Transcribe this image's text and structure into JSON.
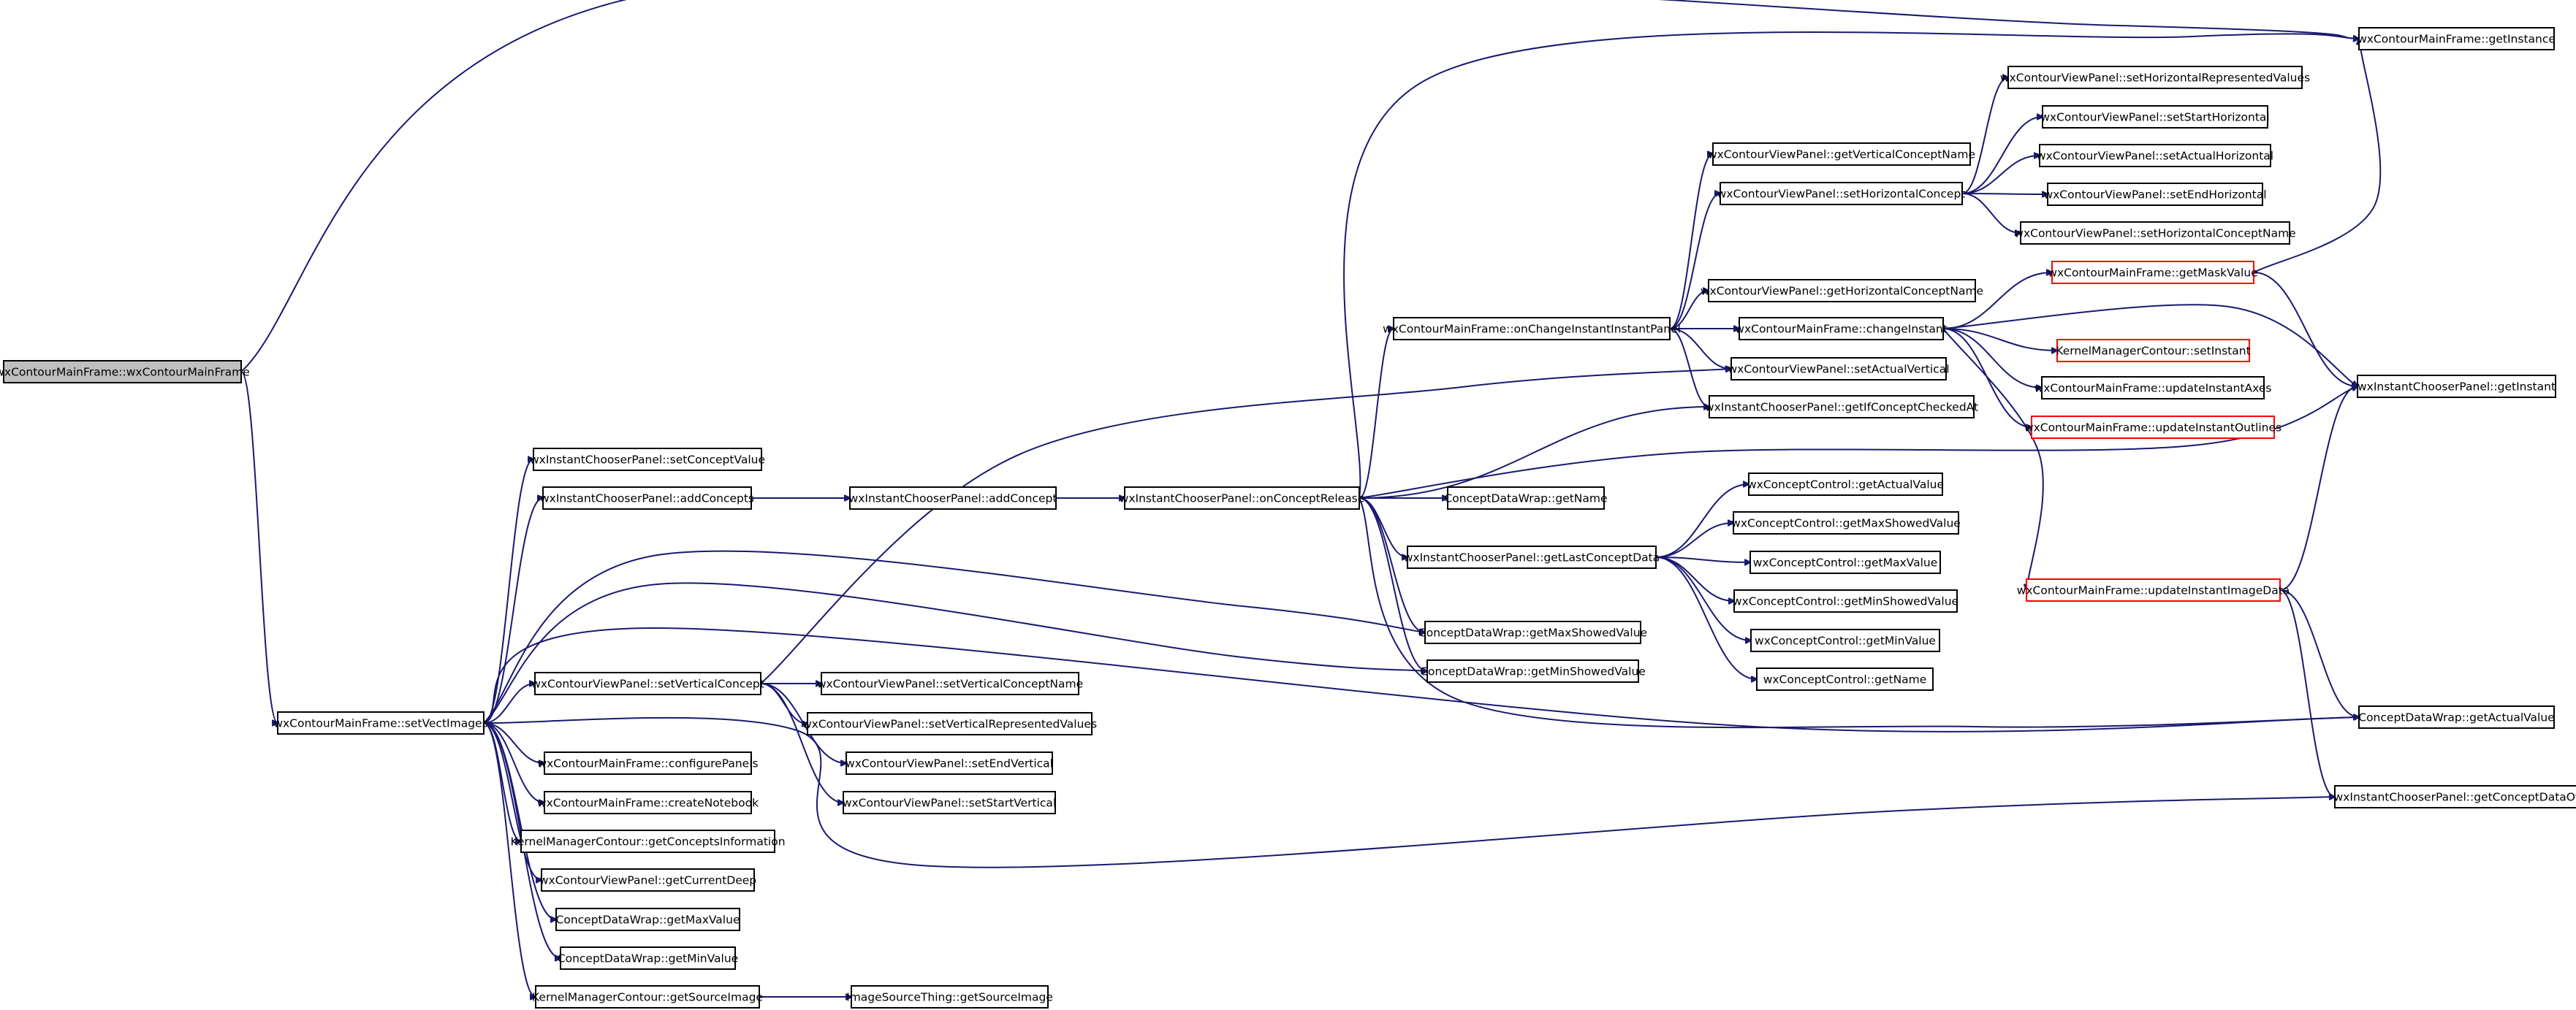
{
  "colors": {
    "edge": "#191970",
    "node_border": "#000000",
    "node_fill": "#ffffff",
    "root_fill": "#bfbfbf",
    "truncated_border": "#ff0000"
  },
  "nodes": [
    {
      "id": "root",
      "label": "wxContourMainFrame::wxContourMainFrame",
      "style": "root"
    },
    {
      "id": "setVectImages",
      "label": "wxContourMainFrame::setVectImages",
      "style": "normal"
    },
    {
      "id": "getInstance",
      "label": "wxContourMainFrame::getInstance",
      "style": "normal"
    },
    {
      "id": "setConceptValue",
      "label": "wxInstantChooserPanel::setConceptValue",
      "style": "normal"
    },
    {
      "id": "addConcepts",
      "label": "wxInstantChooserPanel::addConcepts",
      "style": "normal"
    },
    {
      "id": "addConcept",
      "label": "wxInstantChooserPanel::addConcept",
      "style": "normal"
    },
    {
      "id": "onConceptRelease",
      "label": "wxInstantChooserPanel::onConceptRelease",
      "style": "normal"
    },
    {
      "id": "onChangeInstant",
      "label": "wxContourMainFrame::onChangeInstantInstantPanel",
      "style": "normal"
    },
    {
      "id": "getVerticalConceptName",
      "label": "wxContourViewPanel::getVerticalConceptName",
      "style": "normal"
    },
    {
      "id": "setHorizontalConcept",
      "label": "wxContourViewPanel::setHorizontalConcept",
      "style": "normal"
    },
    {
      "id": "setHorizontalRepresentedValues",
      "label": "wxContourViewPanel::setHorizontalRepresentedValues",
      "style": "normal"
    },
    {
      "id": "setStartHorizontal",
      "label": "wxContourViewPanel::setStartHorizontal",
      "style": "normal"
    },
    {
      "id": "setActualHorizontal",
      "label": "wxContourViewPanel::setActualHorizontal",
      "style": "normal"
    },
    {
      "id": "setEndHorizontal",
      "label": "wxContourViewPanel::setEndHorizontal",
      "style": "normal"
    },
    {
      "id": "setHorizontalConceptName",
      "label": "wxContourViewPanel::setHorizontalConceptName",
      "style": "normal"
    },
    {
      "id": "getHorizontalConceptName",
      "label": "wxContourViewPanel::getHorizontalConceptName",
      "style": "normal"
    },
    {
      "id": "changeInstant",
      "label": "wxContourMainFrame::changeInstant",
      "style": "normal"
    },
    {
      "id": "getMaskValue",
      "label": "wxContourMainFrame::getMaskValue",
      "style": "truncated"
    },
    {
      "id": "setInstant",
      "label": "KernelManagerContour::setInstant",
      "style": "truncated"
    },
    {
      "id": "updateInstantAxes",
      "label": "wxContourMainFrame::updateInstantAxes",
      "style": "normal"
    },
    {
      "id": "updateInstantOutlines",
      "label": "wxContourMainFrame::updateInstantOutlines",
      "style": "truncated"
    },
    {
      "id": "getInstant",
      "label": "wxInstantChooserPanel::getInstant",
      "style": "normal"
    },
    {
      "id": "setActualVertical",
      "label": "wxContourViewPanel::setActualVertical",
      "style": "normal"
    },
    {
      "id": "getIfConceptCheckedAt",
      "label": "wxInstantChooserPanel::getIfConceptCheckedAt",
      "style": "normal"
    },
    {
      "id": "getName",
      "label": "ConceptDataWrap::getName",
      "style": "normal"
    },
    {
      "id": "getLastConceptData",
      "label": "wxInstantChooserPanel::getLastConceptData",
      "style": "normal"
    },
    {
      "id": "cc_getActualValue",
      "label": "wxConceptControl::getActualValue",
      "style": "normal"
    },
    {
      "id": "cc_getMaxShowedValue",
      "label": "wxConceptControl::getMaxShowedValue",
      "style": "normal"
    },
    {
      "id": "cc_getMaxValue",
      "label": "wxConceptControl::getMaxValue",
      "style": "normal"
    },
    {
      "id": "cc_getMinShowedValue",
      "label": "wxConceptControl::getMinShowedValue",
      "style": "normal"
    },
    {
      "id": "cc_getMinValue",
      "label": "wxConceptControl::getMinValue",
      "style": "normal"
    },
    {
      "id": "cc_getName",
      "label": "wxConceptControl::getName",
      "style": "normal"
    },
    {
      "id": "updateInstantImageData",
      "label": "wxContourMainFrame::updateInstantImageData",
      "style": "truncated"
    },
    {
      "id": "cdw_getMaxShowedValue",
      "label": "ConceptDataWrap::getMaxShowedValue",
      "style": "normal"
    },
    {
      "id": "cdw_getMinShowedValue",
      "label": "ConceptDataWrap::getMinShowedValue",
      "style": "normal"
    },
    {
      "id": "cdw_getActualValue",
      "label": "ConceptDataWrap::getActualValue",
      "style": "normal"
    },
    {
      "id": "getConceptDataOf",
      "label": "wxInstantChooserPanel::getConceptDataOf",
      "style": "normal"
    },
    {
      "id": "setVerticalConcept",
      "label": "wxContourViewPanel::setVerticalConcept",
      "style": "normal"
    },
    {
      "id": "setVerticalConceptName",
      "label": "wxContourViewPanel::setVerticalConceptName",
      "style": "normal"
    },
    {
      "id": "setVerticalRepresentedValues",
      "label": "wxContourViewPanel::setVerticalRepresentedValues",
      "style": "normal"
    },
    {
      "id": "setEndVertical",
      "label": "wxContourViewPanel::setEndVertical",
      "style": "normal"
    },
    {
      "id": "setStartVertical",
      "label": "wxContourViewPanel::setStartVertical",
      "style": "normal"
    },
    {
      "id": "configurePanels",
      "label": "wxContourMainFrame::configurePanels",
      "style": "normal"
    },
    {
      "id": "createNotebook",
      "label": "wxContourMainFrame::createNotebook",
      "style": "normal"
    },
    {
      "id": "getConceptsInformation",
      "label": "KernelManagerContour::getConceptsInformation",
      "style": "normal"
    },
    {
      "id": "getCurrentDeep",
      "label": "wxContourViewPanel::getCurrentDeep",
      "style": "normal"
    },
    {
      "id": "cdw_getMaxValue",
      "label": "ConceptDataWrap::getMaxValue",
      "style": "normal"
    },
    {
      "id": "cdw_getMinValue",
      "label": "ConceptDataWrap::getMinValue",
      "style": "normal"
    },
    {
      "id": "getSourceImage",
      "label": "KernelManagerContour::getSourceImage",
      "style": "normal"
    },
    {
      "id": "ist_getSourceImage",
      "label": "ImageSourceThing::getSourceImage",
      "style": "normal"
    }
  ],
  "edges": [
    [
      "root",
      "getInstance"
    ],
    [
      "root",
      "setVectImages"
    ],
    [
      "setVectImages",
      "setConceptValue"
    ],
    [
      "setVectImages",
      "addConcepts"
    ],
    [
      "setVectImages",
      "cdw_getMaxShowedValue"
    ],
    [
      "setVectImages",
      "cdw_getMinShowedValue"
    ],
    [
      "setVectImages",
      "cdw_getActualValue"
    ],
    [
      "setVectImages",
      "setVerticalConcept"
    ],
    [
      "setVectImages",
      "getConceptDataOf"
    ],
    [
      "setVectImages",
      "configurePanels"
    ],
    [
      "setVectImages",
      "createNotebook"
    ],
    [
      "setVectImages",
      "getConceptsInformation"
    ],
    [
      "setVectImages",
      "getCurrentDeep"
    ],
    [
      "setVectImages",
      "cdw_getMaxValue"
    ],
    [
      "setVectImages",
      "cdw_getMinValue"
    ],
    [
      "setVectImages",
      "getSourceImage"
    ],
    [
      "addConcepts",
      "addConcept"
    ],
    [
      "addConcept",
      "onConceptRelease"
    ],
    [
      "onConceptRelease",
      "getInstance"
    ],
    [
      "onConceptRelease",
      "onChangeInstant"
    ],
    [
      "onConceptRelease",
      "getIfConceptCheckedAt"
    ],
    [
      "onConceptRelease",
      "getInstant"
    ],
    [
      "onConceptRelease",
      "getName"
    ],
    [
      "onConceptRelease",
      "getLastConceptData"
    ],
    [
      "onConceptRelease",
      "cdw_getMaxShowedValue"
    ],
    [
      "onConceptRelease",
      "cdw_getMinShowedValue"
    ],
    [
      "onConceptRelease",
      "cdw_getActualValue"
    ],
    [
      "onChangeInstant",
      "getVerticalConceptName"
    ],
    [
      "onChangeInstant",
      "setHorizontalConcept"
    ],
    [
      "onChangeInstant",
      "getHorizontalConceptName"
    ],
    [
      "onChangeInstant",
      "changeInstant"
    ],
    [
      "onChangeInstant",
      "setActualVertical"
    ],
    [
      "onChangeInstant",
      "getIfConceptCheckedAt"
    ],
    [
      "setHorizontalConcept",
      "setHorizontalRepresentedValues"
    ],
    [
      "setHorizontalConcept",
      "setStartHorizontal"
    ],
    [
      "setHorizontalConcept",
      "setActualHorizontal"
    ],
    [
      "setHorizontalConcept",
      "setEndHorizontal"
    ],
    [
      "setHorizontalConcept",
      "setHorizontalConceptName"
    ],
    [
      "changeInstant",
      "getMaskValue"
    ],
    [
      "changeInstant",
      "setInstant"
    ],
    [
      "changeInstant",
      "updateInstantAxes"
    ],
    [
      "changeInstant",
      "updateInstantOutlines"
    ],
    [
      "changeInstant",
      "getInstant"
    ],
    [
      "changeInstant",
      "updateInstantImageData"
    ],
    [
      "getMaskValue",
      "getInstance"
    ],
    [
      "getMaskValue",
      "getInstant"
    ],
    [
      "updateInstantImageData",
      "getInstant"
    ],
    [
      "updateInstantImageData",
      "cdw_getActualValue"
    ],
    [
      "updateInstantImageData",
      "getConceptDataOf"
    ],
    [
      "getLastConceptData",
      "cc_getActualValue"
    ],
    [
      "getLastConceptData",
      "cc_getMaxShowedValue"
    ],
    [
      "getLastConceptData",
      "cc_getMaxValue"
    ],
    [
      "getLastConceptData",
      "cc_getMinShowedValue"
    ],
    [
      "getLastConceptData",
      "cc_getMinValue"
    ],
    [
      "getLastConceptData",
      "cc_getName"
    ],
    [
      "setVerticalConcept",
      "setActualVertical"
    ],
    [
      "setVerticalConcept",
      "setVerticalConceptName"
    ],
    [
      "setVerticalConcept",
      "setVerticalRepresentedValues"
    ],
    [
      "setVerticalConcept",
      "setEndVertical"
    ],
    [
      "setVerticalConcept",
      "setStartVertical"
    ],
    [
      "getSourceImage",
      "ist_getSourceImage"
    ]
  ]
}
